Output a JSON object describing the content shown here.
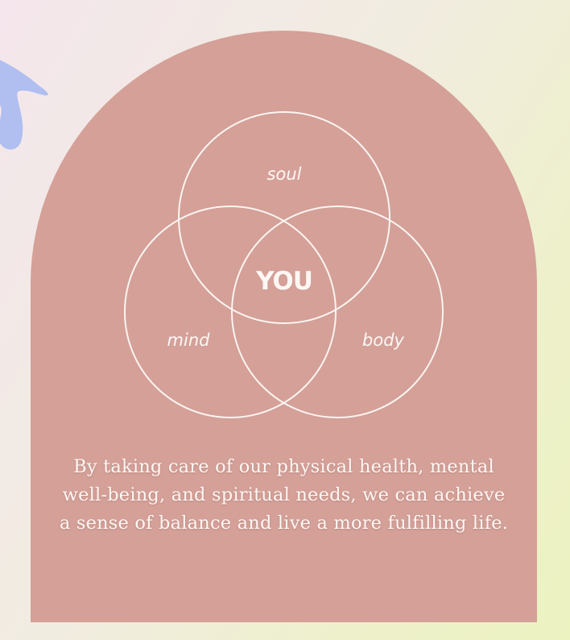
{
  "colors": {
    "arch_fill": "#d4a098",
    "line_color": "#fbf4f1",
    "text_color": "#fdf7f4",
    "blob_color": "#9ab0f2",
    "background_left": "#f4e6ec",
    "background_right": "#ecf2c0"
  },
  "venn": {
    "sets": [
      "soul",
      "mind",
      "body"
    ],
    "center_label": "YOU"
  },
  "caption": {
    "text": "By taking care of our physical health, mental well-being, and spiritual needs, we can achieve a sense of balance and live a more fulfilling life."
  },
  "icons": {
    "corner_decoration": "blue-brushstroke"
  }
}
